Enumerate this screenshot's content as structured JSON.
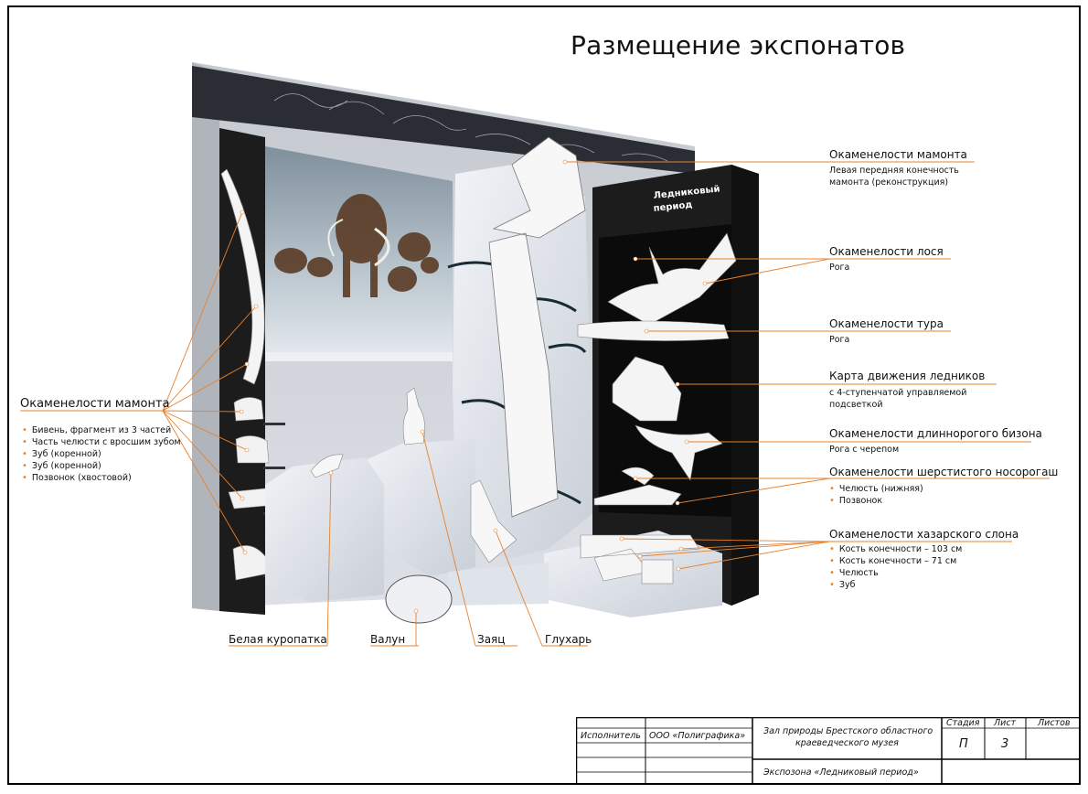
{
  "title": "Размещение экспонатов",
  "showcase_sign": [
    "Ледниковый",
    "период"
  ],
  "left_group": {
    "heading": "Окаменелости мамонта",
    "items": [
      "Бивень, фрагмент из 3 частей",
      "Часть челюсти с вросшим зубом",
      "Зуб (коренной)",
      "Зуб (коренной)",
      "Позвонок (хвостовой)"
    ]
  },
  "bottom_labels": {
    "ptarmigan": "Белая куропатка",
    "boulder": "Валун",
    "hare": "Заяц",
    "grouse": "Глухарь"
  },
  "right_labels": [
    {
      "heading": "Окаменелости мамонта",
      "sub": [
        "Левая передняя конечность",
        "мамонта (реконструкция)"
      ]
    },
    {
      "heading": "Окаменелости лося",
      "sub": [
        "Рога"
      ]
    },
    {
      "heading": "Окаменелости тура",
      "sub": [
        "Рога"
      ]
    },
    {
      "heading": "Карта движения ледников",
      "sub": [
        "с 4-ступенчатой управляемой",
        "подсветкой"
      ]
    },
    {
      "heading": "Окаменелости длиннорогого бизона",
      "sub": [
        "Рога с черепом"
      ]
    },
    {
      "heading": "Окаменелости шерстистого носорогаш",
      "items": [
        "Челюсть (нижняя)",
        "Позвонок"
      ]
    },
    {
      "heading": "Окаменелости хазарского слона",
      "items": [
        "Кость конечности – 103 см",
        "Кость конечности – 71 см",
        "Челюсть",
        "Зуб"
      ]
    }
  ],
  "stamp": {
    "executor_label": "Исполнитель",
    "executor_value": "ООО «Полиграфика»",
    "project_title": [
      "Зал природы Брестского областного",
      "краеведческого музея"
    ],
    "exposition": "Экспозона «Ледниковый период»",
    "stage_label": "Стадия",
    "sheet_label": "Лист",
    "sheets_label": "Листов",
    "stage_value": "П",
    "sheet_value": "3",
    "sheets_value": ""
  },
  "colors": {
    "leader": "#e8812c",
    "dark": "#1c1c1c",
    "rock": "#e4e8ee"
  }
}
